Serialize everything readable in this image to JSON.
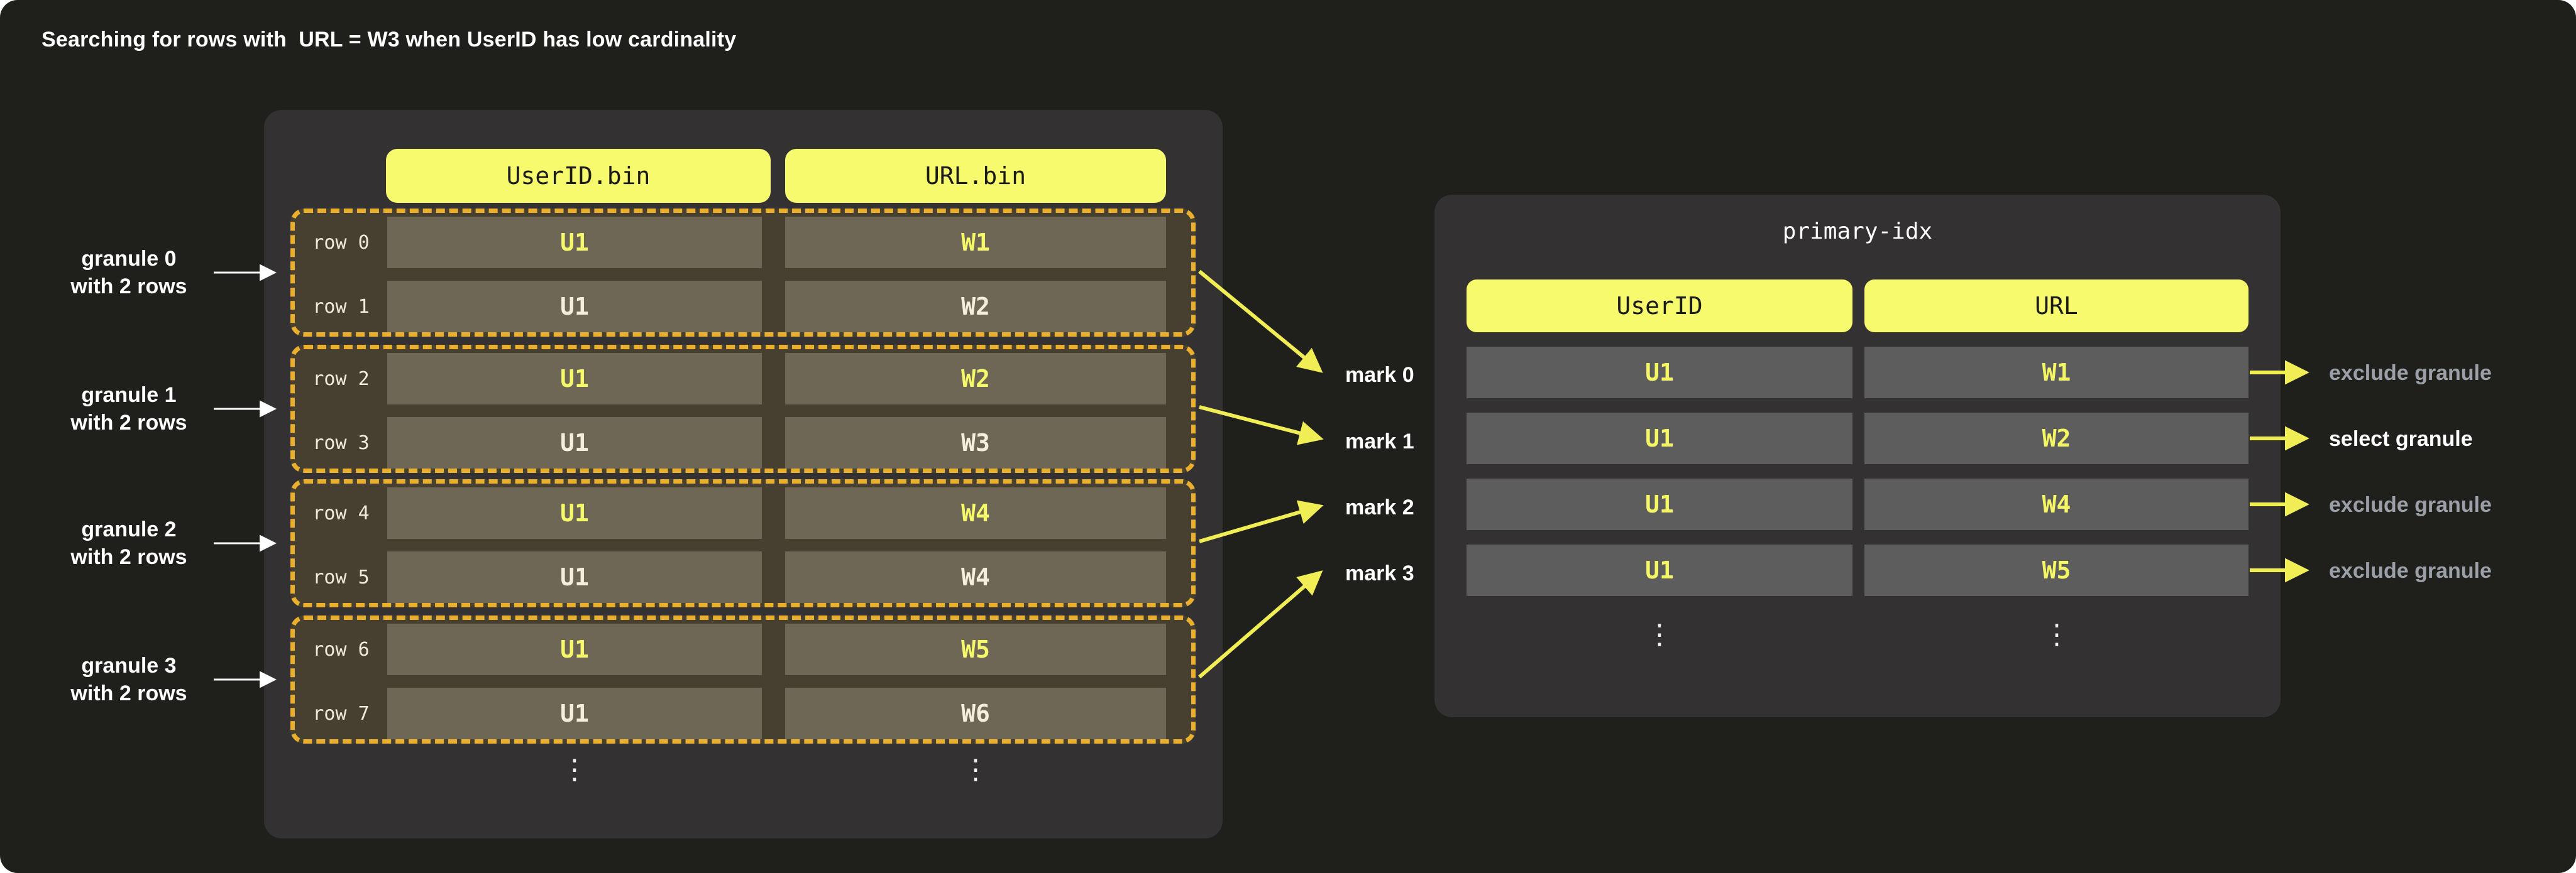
{
  "title": "Searching for rows with  URL = W3 when UserID has low cardinality",
  "colors": {
    "canvas_bg": "#1f1f1b",
    "panel_bg": "#333132",
    "header_yellow": "#f8fa6e",
    "granule_border_orange": "#eab02d",
    "granule_bg": "#473f30",
    "granule_cell_bg": "#6e6756",
    "value_yellow": "#f5f868",
    "value_cream": "#f5eedd",
    "idx_cell_bg": "#5d5d5d",
    "idx_value_yellow": "#f4f763",
    "arrow_yellow": "#f1ee55",
    "excluded_grey": "#9ba0a8",
    "white": "#ffffff"
  },
  "bin_table": {
    "headers": [
      "UserID.bin",
      "URL.bin"
    ],
    "ellipsis": "⋮",
    "granules": [
      {
        "label_line1": "granule 0",
        "label_line2": "with 2 rows",
        "rows": [
          {
            "name": "row 0",
            "user_id": "U1",
            "url": "W1",
            "highlight": true
          },
          {
            "name": "row 1",
            "user_id": "U1",
            "url": "W2",
            "highlight": false
          }
        ]
      },
      {
        "label_line1": "granule 1",
        "label_line2": "with 2 rows",
        "rows": [
          {
            "name": "row 2",
            "user_id": "U1",
            "url": "W2",
            "highlight": true
          },
          {
            "name": "row 3",
            "user_id": "U1",
            "url": "W3",
            "highlight": false
          }
        ]
      },
      {
        "label_line1": "granule 2",
        "label_line2": "with 2 rows",
        "rows": [
          {
            "name": "row 4",
            "user_id": "U1",
            "url": "W4",
            "highlight": true
          },
          {
            "name": "row 5",
            "user_id": "U1",
            "url": "W4",
            "highlight": false
          }
        ]
      },
      {
        "label_line1": "granule 3",
        "label_line2": "with 2 rows",
        "rows": [
          {
            "name": "row 6",
            "user_id": "U1",
            "url": "W5",
            "highlight": true
          },
          {
            "name": "row 7",
            "user_id": "U1",
            "url": "W6",
            "highlight": false
          }
        ]
      }
    ]
  },
  "marks": [
    "mark 0",
    "mark 1",
    "mark 2",
    "mark 3"
  ],
  "primary_index": {
    "title": "primary-idx",
    "headers": [
      "UserID",
      "URL"
    ],
    "ellipsis": "⋮",
    "rows": [
      {
        "user_id": "U1",
        "url": "W1"
      },
      {
        "user_id": "U1",
        "url": "W2"
      },
      {
        "user_id": "U1",
        "url": "W4"
      },
      {
        "user_id": "U1",
        "url": "W5"
      }
    ]
  },
  "outcomes": [
    {
      "label": "exclude granule",
      "selected": false
    },
    {
      "label": "select granule",
      "selected": true
    },
    {
      "label": "exclude granule",
      "selected": false
    },
    {
      "label": "exclude granule",
      "selected": false
    }
  ]
}
